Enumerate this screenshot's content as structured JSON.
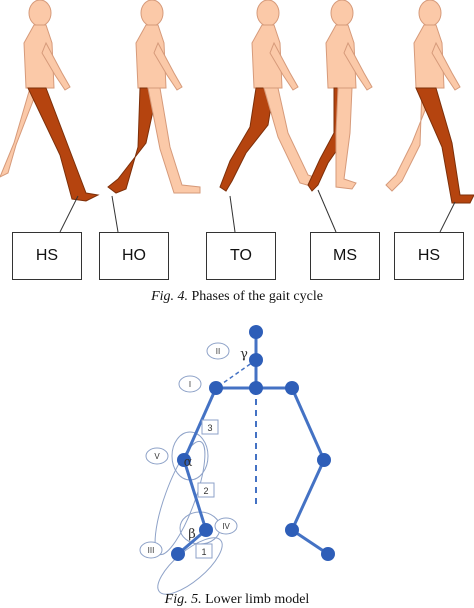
{
  "figure4": {
    "phase_labels": [
      "HS",
      "HO",
      "TO",
      "MS",
      "HS"
    ],
    "caption_prefix": "Fig. 4.",
    "caption_text": " Phases of the gait cycle"
  },
  "figure5": {
    "roman_labels": [
      "II",
      "I",
      "V",
      "IV",
      "III"
    ],
    "number_labels": [
      "3",
      "2",
      "1"
    ],
    "greek_labels": [
      "γ",
      "α",
      "β"
    ],
    "caption_prefix": "Fig. 5.",
    "caption_text": " Lower limb model"
  },
  "colors": {
    "skin": "#fbc9a8",
    "leg": "#b5440f",
    "joint": "#2e5eb8",
    "bone": "#4472c4"
  }
}
